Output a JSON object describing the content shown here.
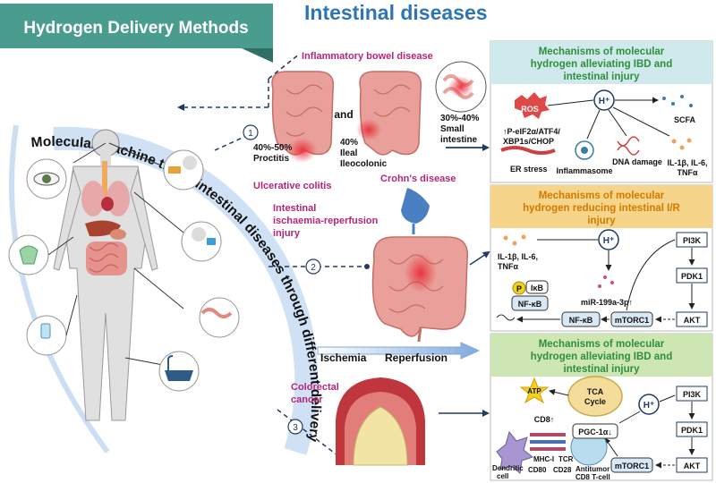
{
  "colors": {
    "teal_header": "#4a9c8f",
    "title_blue": "#2e75b6",
    "disease_magenta": "#b4267a",
    "panel1_bg": "#cfe9ec",
    "panel2_bg": "#f6d58a",
    "panel3_bg": "#cde6b3",
    "panel_title_green": "#2f8f3b",
    "panel_title_orange": "#d27a00",
    "navy": "#1f3b63",
    "arc_blue": "#a9c8ec",
    "intestine": "#e9a09a",
    "red_spot": "#e8303a"
  },
  "header": {
    "left_title": "Hydrogen Delivery Methods",
    "main_title": "Intestinal diseases"
  },
  "arc_text": "Molecular machine treats intestinal diseases through different delivery modes",
  "diseases": {
    "ibd": "Inflammatory bowel disease",
    "and": "and",
    "proctitis_pct": "40%-50%",
    "proctitis": "Proctitis",
    "ileal_pct": "40%",
    "ileal": "Ileal",
    "ileocolonic": "Ileocolonic",
    "small_pct": "30%-40%",
    "small1": "Small",
    "small2": "intestine",
    "uc": "Ulcerative colitis",
    "crohn": "Crohn's disease",
    "iri1": "Intestinal",
    "iri2": "ischaemia-reperfusion",
    "iri3": "injury",
    "ischemia": "Ischemia",
    "reperfusion": "Reperfusion",
    "crc1": "Colorectal",
    "crc2": "cancer"
  },
  "steps": [
    "1",
    "2",
    "3"
  ],
  "panel1": {
    "title": [
      "Mechanisms of molecular",
      "hydrogen alleviating IBD and",
      "intestinal injury"
    ],
    "h_plus": "H⁺",
    "ros": "ROS",
    "scfa": "SCFA",
    "er_markers": [
      "↑P-eIF2α/ATF4/",
      "XBP1s/CHOP"
    ],
    "er_stress": "ER stress",
    "inflammasome": "Inflammasome",
    "dna_damage": "DNA damage",
    "cytokines": [
      "IL-1β, IL-6,",
      "TNFα"
    ]
  },
  "panel2": {
    "title": [
      "Mechanisms of molecular",
      "hydrogen reducing intestinal I/R",
      "injury"
    ],
    "h_plus": "H⁺",
    "cytokines": [
      "IL-1β, IL-6,",
      "TNFα"
    ],
    "p": "P",
    "ikb": "IκB",
    "nfkb1": "NF-κB",
    "nfkb2": "NF-κB",
    "mirna": "miR-199a-3p↑",
    "mtorc1": "mTORC1",
    "pi3k": "PI3K",
    "pdk1": "PDK1",
    "akt": "AKT"
  },
  "panel3": {
    "title": [
      "Mechanisms of molecular",
      "hydrogen alleviating IBD and",
      "intestinal injury"
    ],
    "h_plus": "H⁺",
    "atp": "ATP",
    "tca": [
      "TCA",
      "Cycle"
    ],
    "cd8": "CD8↑",
    "pgc": "PGC-1α↓",
    "mhc": "MHC-I",
    "tcr": "TCR",
    "cd80": "CD80",
    "cd28": "CD28",
    "dendritic": [
      "Dendritic",
      "cell"
    ],
    "antitumor": [
      "Antitumor",
      "CD8 T-cell"
    ],
    "mtorc1": "mTORC1",
    "pi3k": "PI3K",
    "pdk1": "PDK1",
    "akt": "AKT"
  }
}
